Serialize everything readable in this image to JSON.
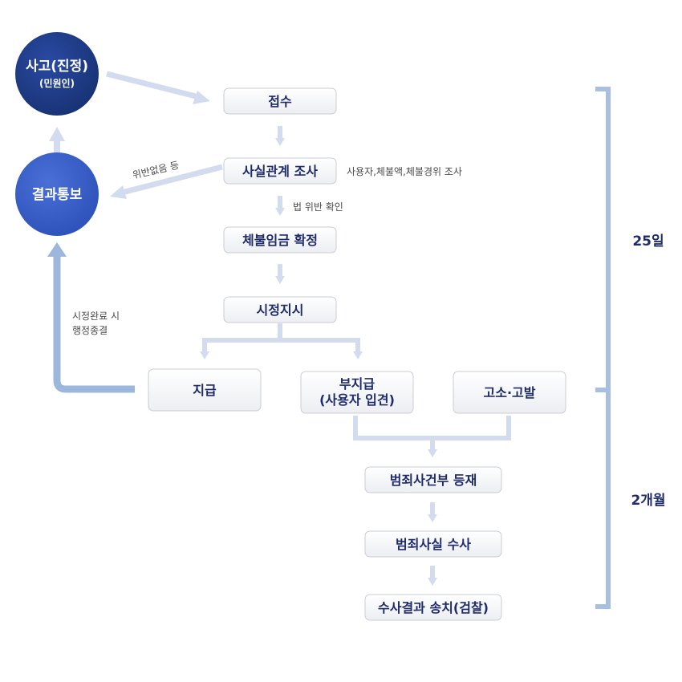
{
  "circles": {
    "accident": {
      "title": "사고(진정)",
      "sub": "(민원인)",
      "color": "#1e3a8a"
    },
    "notice": {
      "title": "결과통보",
      "color": "#3158c7"
    }
  },
  "boxes": {
    "receipt": "접수",
    "investigation": "사실관계 조사",
    "confirm": "체불임금 확정",
    "order": "시정지시",
    "payment": "지급",
    "nonpayment_line1": "부지급",
    "nonpayment_line2": "(사용자 입견)",
    "complaint": "고소·고발",
    "register": "범죄사건부 등재",
    "crime_investigation": "범죄사실 수사",
    "transfer": "수사결과 송치(검찰)"
  },
  "notes": {
    "investigation_detail": "사용자,체불액,체불경위 조사",
    "law_violation": "법 위반 확인",
    "no_violation": "위반없음 등",
    "completion_line1": "시정완료 시",
    "completion_line2": "행정종결"
  },
  "durations": {
    "first": "25일",
    "second": "2개월"
  },
  "colors": {
    "arrow": "#d3dcef",
    "bracket": "#a9bfe0",
    "thick_arrow": "#9db6dc",
    "text": "#1f2b6b"
  }
}
